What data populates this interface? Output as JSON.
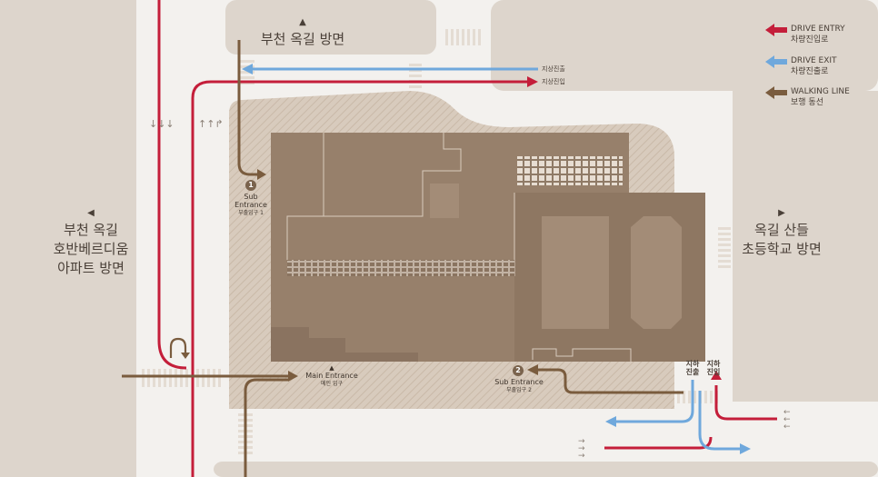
{
  "directions": {
    "top": "부천 옥길 방면",
    "left": [
      "부천 옥길",
      "호반베르디움",
      "아파트 방면"
    ],
    "right": [
      "옥길 산들",
      "초등학교 방면"
    ]
  },
  "legend": [
    {
      "en": "DRIVE ENTRY",
      "ko": "차량진입로",
      "color": "#c41e3a"
    },
    {
      "en": "DRIVE EXIT",
      "ko": "차량진출로",
      "color": "#6fa8dc"
    },
    {
      "en": "WALKING LINE",
      "ko": "보행 동선",
      "color": "#7a5c3e"
    }
  ],
  "road_labels": {
    "ground_exit": "지상진출",
    "ground_entry": "지상진입",
    "underground_exit": [
      "지하",
      "진출"
    ],
    "underground_entry": [
      "지하",
      "진입"
    ]
  },
  "entrances": {
    "sub1": {
      "num": "1",
      "en": [
        "Sub",
        "Entrance"
      ],
      "ko": "부출입구 1"
    },
    "main": {
      "en": "Main Entrance",
      "ko": "메인 입구"
    },
    "sub2": {
      "num": "2",
      "en": "Sub Entrance",
      "ko": "부출입구 2"
    }
  }
}
